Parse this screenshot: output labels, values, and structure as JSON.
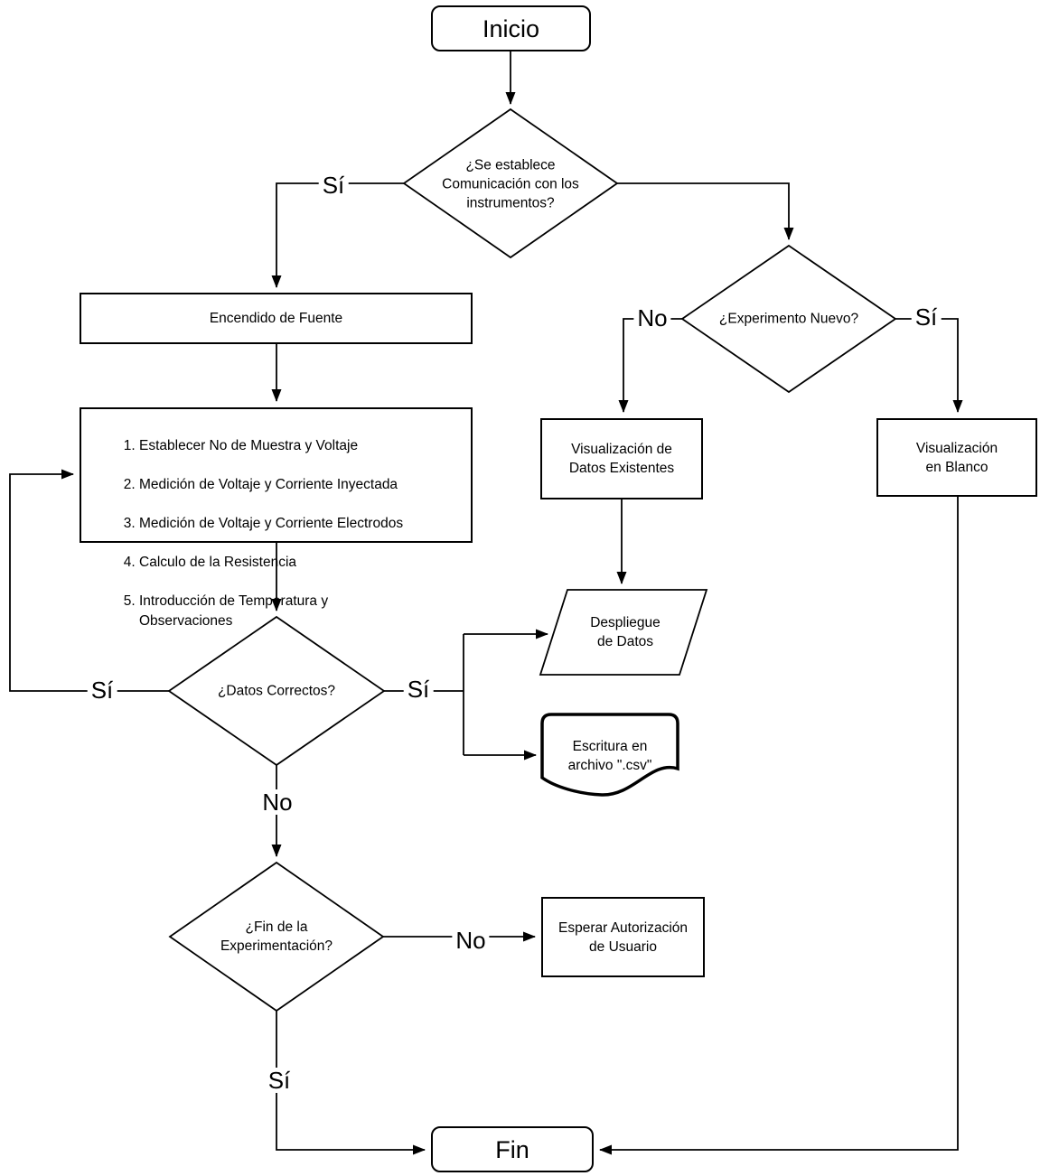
{
  "diagram_title": "",
  "colors": {
    "stroke": "#000000",
    "background": "#ffffff"
  },
  "nodes": {
    "inicio": {
      "label": "Inicio",
      "shape": "terminator"
    },
    "comunicacion": {
      "label": "¿Se establece\nComunicación con los\ninstrumentos?",
      "shape": "decision"
    },
    "encendido": {
      "label": "Encendido de Fuente",
      "shape": "process"
    },
    "pasos": {
      "shape": "process-list",
      "items": [
        "Establecer No de Muestra y Voltaje",
        "Medición de Voltaje y Corriente Inyectada",
        "Medición de Voltaje y Corriente Electrodos",
        "Calculo de la Resistencia",
        "Introducción de Temperatura y\nObservaciones"
      ]
    },
    "experimento_nuevo": {
      "label": "¿Experimento Nuevo?",
      "shape": "decision"
    },
    "visualizacion_datos": {
      "label": "Visualización de\nDatos Existentes",
      "shape": "process"
    },
    "visualizacion_blanco": {
      "label": "Visualización\nen Blanco",
      "shape": "process"
    },
    "datos_correctos": {
      "label": "¿Datos Correctos?",
      "shape": "decision"
    },
    "despliegue": {
      "label": "Despliegue\nde Datos",
      "shape": "input-output"
    },
    "escritura": {
      "label": "Escritura en\narchivo \".csv\"",
      "shape": "document"
    },
    "fin_experimentacion": {
      "label": "¿Fin de la\nExperimentación?",
      "shape": "decision"
    },
    "esperar": {
      "label": "Esperar Autorización\nde Usuario",
      "shape": "process"
    },
    "fin": {
      "label": "Fin",
      "shape": "terminator"
    }
  },
  "edges": {
    "si_comunicacion": "Sí",
    "no_experimento": "No",
    "si_experimento": "Sí",
    "si_datos_loop": "Sí",
    "si_datos_out": "Sí",
    "no_datos": "No",
    "no_fin_experimentacion": "No",
    "si_fin_experimentacion": "Sí"
  }
}
